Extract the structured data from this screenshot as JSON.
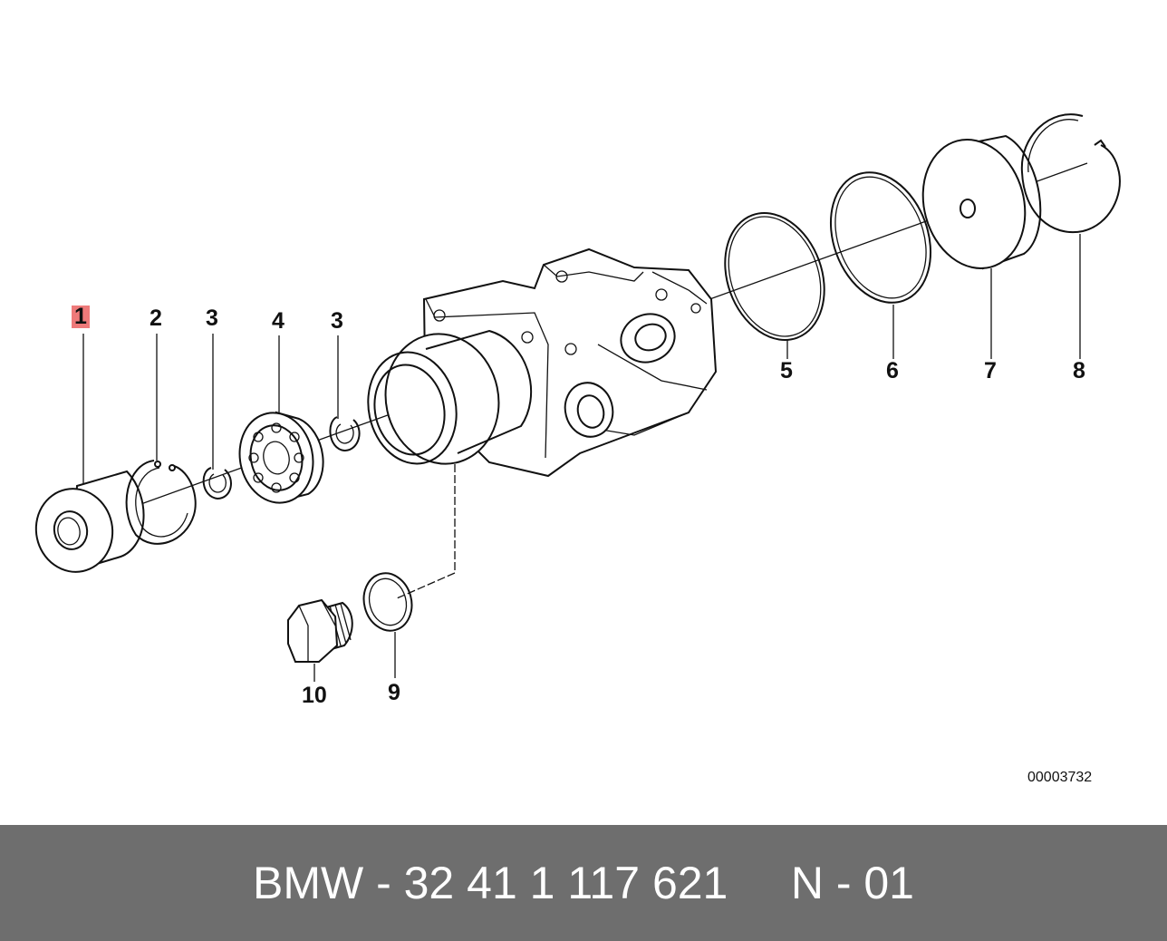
{
  "callouts": [
    {
      "id": "1",
      "label": "1",
      "highlighted": true
    },
    {
      "id": "2",
      "label": "2",
      "highlighted": false
    },
    {
      "id": "3a",
      "label": "3",
      "highlighted": false
    },
    {
      "id": "4",
      "label": "4",
      "highlighted": false
    },
    {
      "id": "3b",
      "label": "3",
      "highlighted": false
    },
    {
      "id": "5",
      "label": "5",
      "highlighted": false
    },
    {
      "id": "6",
      "label": "6",
      "highlighted": false
    },
    {
      "id": "7",
      "label": "7",
      "highlighted": false
    },
    {
      "id": "8",
      "label": "8",
      "highlighted": false
    },
    {
      "id": "9",
      "label": "9",
      "highlighted": false
    },
    {
      "id": "10",
      "label": "10",
      "highlighted": false
    }
  ],
  "drawing_number": "00003732",
  "footer": {
    "text": "BMW - 32 41 1 117 621     N - 01"
  },
  "colors": {
    "highlight": "#ee7a7a",
    "footer_background": "#6e6e6e",
    "footer_text": "#ffffff"
  }
}
